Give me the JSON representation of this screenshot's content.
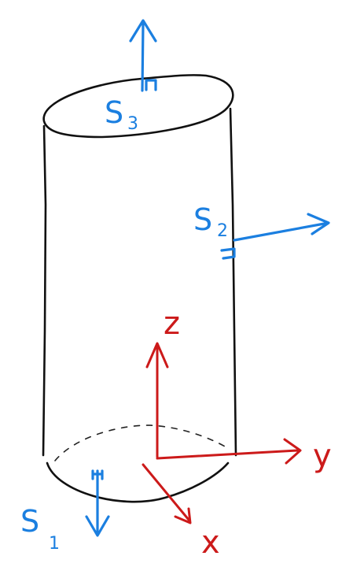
{
  "diagram": {
    "colors": {
      "outline": "#111111",
      "normals": "#1b7fe0",
      "axes": "#cc1a1a"
    },
    "surfaces": {
      "s1": {
        "main": "S",
        "sub": "1"
      },
      "s2": {
        "main": "S",
        "sub": "2"
      },
      "s3": {
        "main": "S",
        "sub": "3"
      }
    },
    "axes": {
      "z": "z",
      "y": "y",
      "x": "x"
    }
  }
}
